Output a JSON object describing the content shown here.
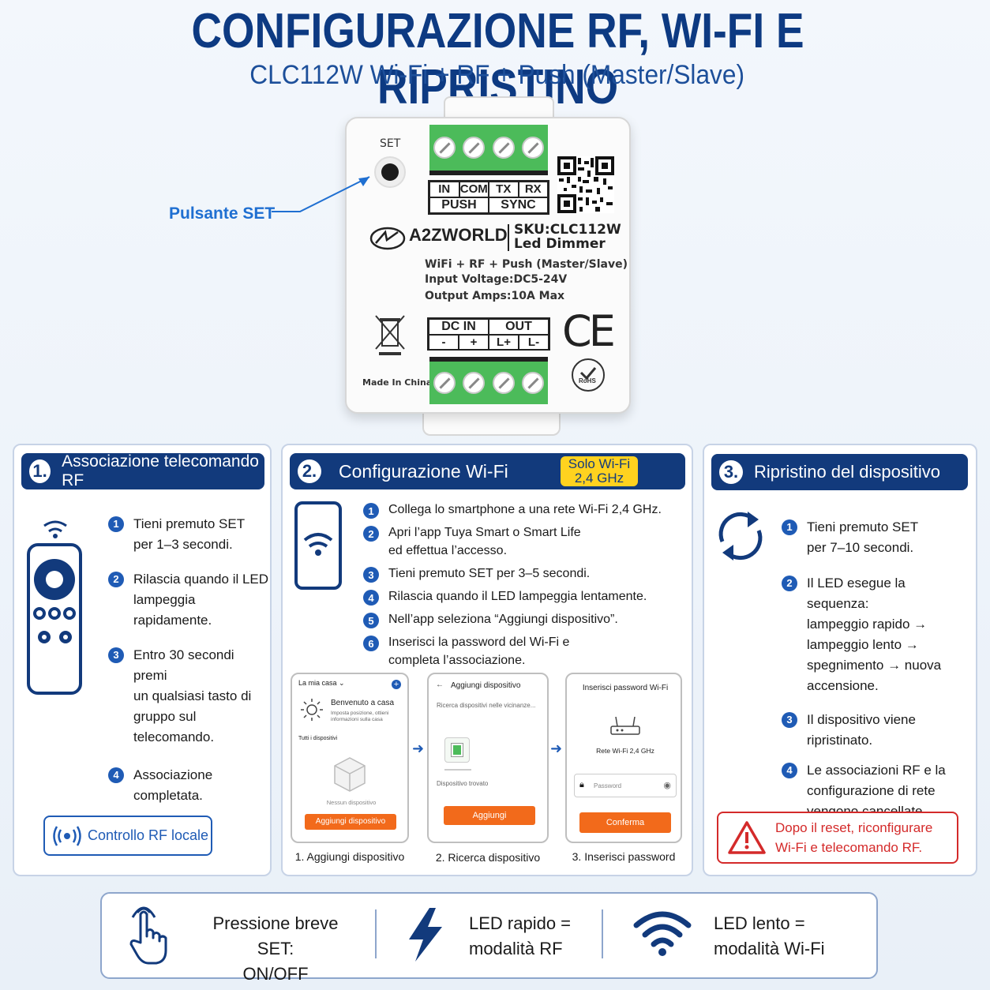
{
  "header": {
    "title": "CONFIGURAZIONE RF, WI-FI E RIPRISTINO",
    "subtitle": "CLC112W Wi-Fi + RF + Push (Master/Slave)"
  },
  "device": {
    "set_label": "SET",
    "callout": "Pulsante SET",
    "top_terminal_row1": [
      "IN",
      "COM",
      "TX",
      "RX"
    ],
    "top_terminal_row2": [
      "PUSH",
      "SYNC"
    ],
    "brand": "A2ZWORLD",
    "sku": "SKU:CLC112W",
    "product": "Led Dimmer",
    "spec1": "WiFi + RF + Push (Master/Slave)",
    "spec2": "Input Voltage:DC5-24V",
    "spec3": "Output Amps:10A Max",
    "bottom_terminal_row1": [
      "DC IN",
      "OUT"
    ],
    "bottom_terminal_row2": [
      "-",
      "+",
      "L+",
      "L-"
    ],
    "ce": "CE",
    "rohs": "RoHS",
    "made_in": "Made In China"
  },
  "panel1": {
    "num": "1.",
    "title": "Associazione telecomando RF",
    "steps": [
      {
        "n": "1",
        "text": "Tieni premuto SET\nper 1–3 secondi."
      },
      {
        "n": "2",
        "text": "Rilascia quando il LED\nlampeggia rapidamente."
      },
      {
        "n": "3",
        "text": "Entro 30 secondi premi\nun qualsiasi tasto di\ngruppo sul telecomando."
      },
      {
        "n": "4",
        "text": "Associazione completata."
      }
    ],
    "badge": "Controllo RF locale"
  },
  "panel2": {
    "num": "2.",
    "title": "Configurazione Wi-Fi",
    "tag_line1": "Solo Wi-Fi",
    "tag_line2": "2,4 GHz",
    "steps": [
      {
        "n": "1",
        "text": "Collega lo smartphone a una rete Wi-Fi 2,4 GHz."
      },
      {
        "n": "2",
        "text": "Apri l’app Tuya Smart o Smart Life\ned effettua l’accesso."
      },
      {
        "n": "3",
        "text": "Tieni premuto SET per 3–5 secondi."
      },
      {
        "n": "4",
        "text": "Rilascia quando il LED lampeggia lentamente."
      },
      {
        "n": "5",
        "text": "Nell’app seleziona “Aggiungi dispositivo”."
      },
      {
        "n": "6",
        "text": "Inserisci la password del Wi-Fi e\ncompleta l’associazione."
      }
    ],
    "screens": [
      {
        "header": "La mia casa ⌄",
        "welcome": "Benvenuto a casa",
        "welcome_sub": "Imposta posizione, ottieni informazioni sulla casa",
        "section": "Tutti i dispositivi",
        "empty": "Nessun dispositivo",
        "button": "Aggiungi dispositivo",
        "caption": "1. Aggiungi dispositivo"
      },
      {
        "header": "Aggiungi dispositivo",
        "searching": "Ricerca dispositivi nelle vicinanze...",
        "found": "Dispositivo trovato",
        "button": "Aggiungi",
        "caption": "2. Ricerca dispositivo"
      },
      {
        "header": "Inserisci password Wi-Fi",
        "network": "Rete Wi-Fi 2,4 GHz",
        "password_placeholder": "Password",
        "button": "Conferma",
        "caption": "3. Inserisci password"
      }
    ]
  },
  "panel3": {
    "num": "3.",
    "title": "Ripristino del dispositivo",
    "steps": [
      {
        "n": "1",
        "text": "Tieni premuto SET\nper 7–10 secondi."
      },
      {
        "n": "2",
        "text": "Il LED esegue la sequenza:\nlampeggio rapido →\nlampeggio lento →\nspegnimento → nuova\naccensione."
      },
      {
        "n": "3",
        "text": "Il dispositivo viene\nripristinato."
      },
      {
        "n": "4",
        "text": "Le associazioni RF e la\nconfigurazione di rete\nvengono cancellate."
      }
    ],
    "warning": "Dopo il reset, riconfigurare\nWi-Fi e telecomando RF."
  },
  "bottom": {
    "item1": "Pressione breve SET:\nON/OFF",
    "item2": "LED rapido =\nmodalità RF",
    "item3": "LED lento =\nmodalità Wi-Fi"
  },
  "colors": {
    "navy": "#123a7c",
    "accent_blue": "#1f5bb5",
    "orange": "#f26a1b",
    "warning_red": "#d42a2a",
    "tag_yellow": "#ffd21f",
    "terminal_green": "#4cbb5a"
  }
}
